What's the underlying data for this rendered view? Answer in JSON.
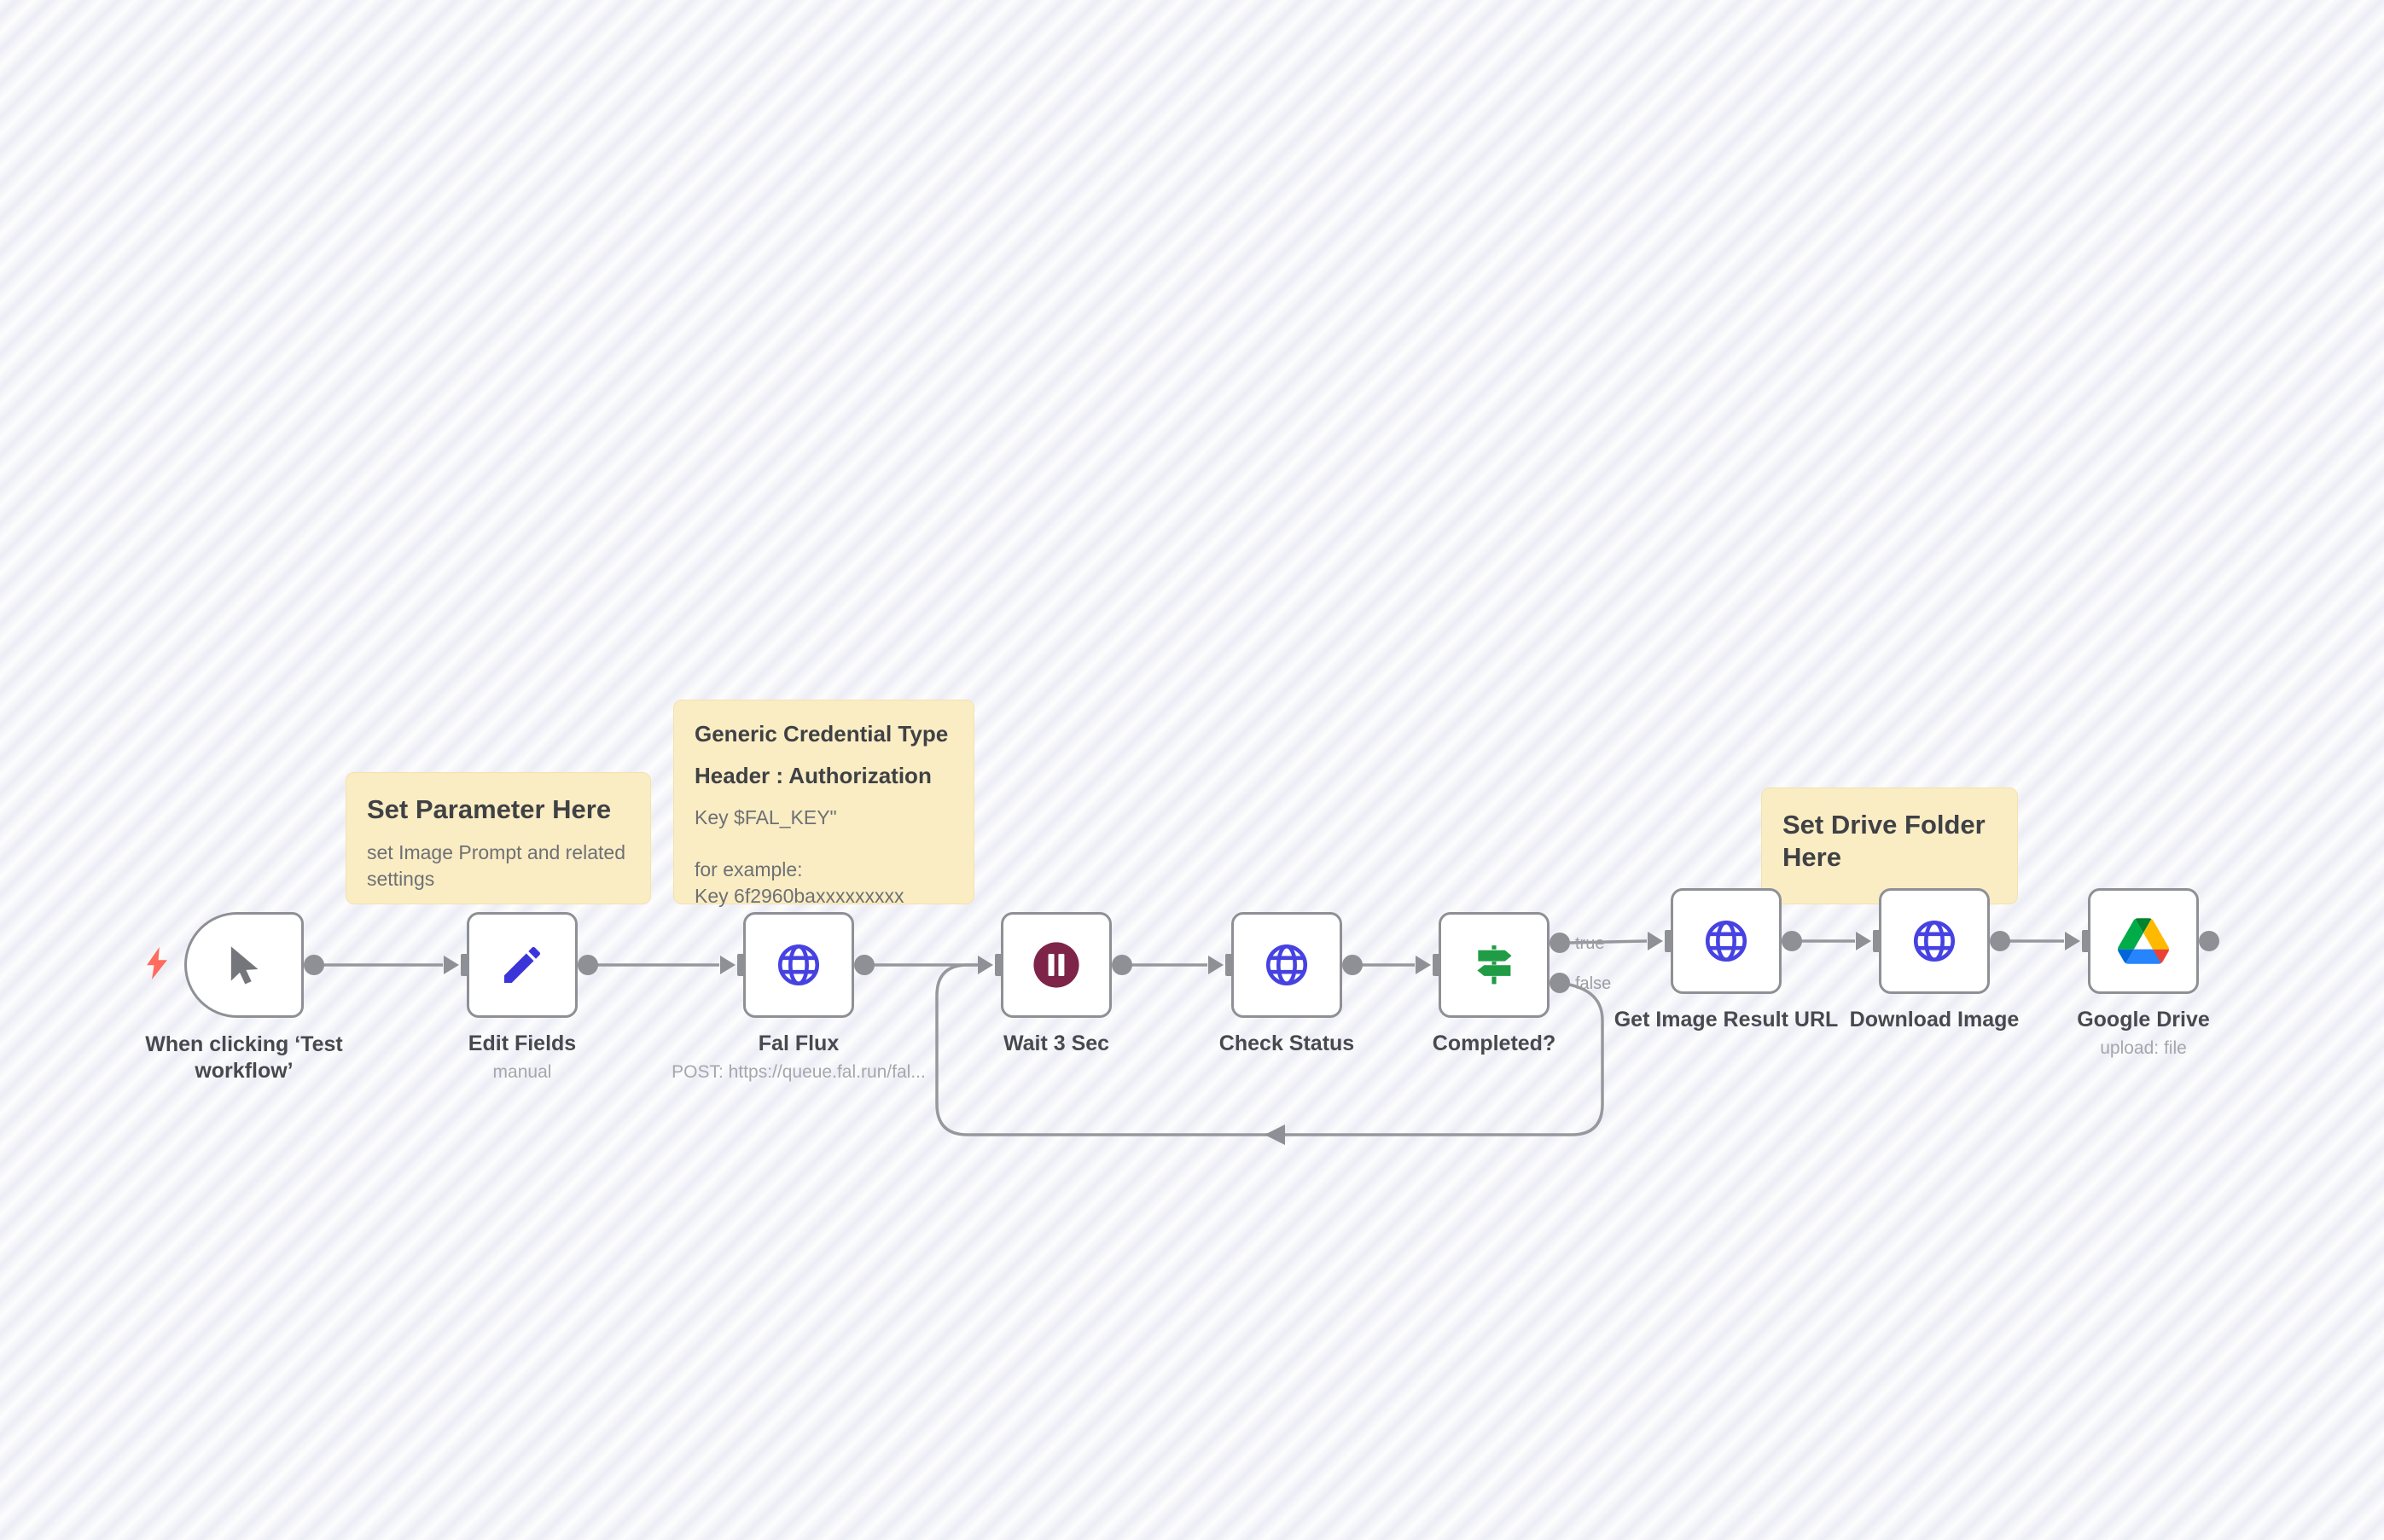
{
  "canvas": {
    "nodes": [
      {
        "label": "When clicking ‘Test workflow’",
        "icon": "cursor-icon",
        "type": "manual-trigger"
      },
      {
        "label": "Edit Fields",
        "sublabel": "manual",
        "icon": "pencil-icon",
        "type": "set"
      },
      {
        "label": "Fal Flux",
        "sublabel": "POST: https://queue.fal.run/fal...",
        "icon": "globe-icon",
        "type": "http-request"
      },
      {
        "label": "Wait 3 Sec",
        "icon": "pause-icon",
        "type": "wait"
      },
      {
        "label": "Check Status",
        "icon": "globe-icon",
        "type": "http-request"
      },
      {
        "label": "Completed?",
        "icon": "signpost-icon",
        "type": "if",
        "output_labels": [
          "true",
          "false"
        ]
      },
      {
        "label": "Get Image Result URL",
        "icon": "globe-icon",
        "type": "http-request"
      },
      {
        "label": "Download Image",
        "icon": "globe-icon",
        "type": "http-request"
      },
      {
        "label": "Google Drive",
        "sublabel": "upload: file",
        "icon": "google-drive-icon",
        "type": "google-drive"
      }
    ],
    "stickies": [
      {
        "title": "Set Parameter Here",
        "body": "set Image Prompt and related settings"
      },
      {
        "title_line_1": "Generic Credential Type",
        "title_line_2": "Header : Authorization",
        "body_line_1": "Key $FAL_KEY\"",
        "body_line_2": "for example:",
        "body_line_3": "Key 6f2960baxxxxxxxxx"
      },
      {
        "title": "Set Drive Folder Here"
      }
    ],
    "connections": [
      {
        "from": "When clicking ‘Test workflow’",
        "to": "Edit Fields"
      },
      {
        "from": "Edit Fields",
        "to": "Fal Flux"
      },
      {
        "from": "Fal Flux",
        "to": "Wait 3 Sec"
      },
      {
        "from": "Wait 3 Sec",
        "to": "Check Status"
      },
      {
        "from": "Check Status",
        "to": "Completed?"
      },
      {
        "from": "Completed?",
        "branch": "true",
        "to": "Get Image Result URL"
      },
      {
        "from": "Completed?",
        "branch": "false",
        "to": "Wait 3 Sec"
      },
      {
        "from": "Get Image Result URL",
        "to": "Download Image"
      },
      {
        "from": "Download Image",
        "to": "Google Drive"
      }
    ],
    "colors": {
      "canvas_bg": "#FDFDFE",
      "canvas_stripe": "#ECEDF5",
      "node_border": "#8E9095",
      "node_bg": "#FFFFFF",
      "connector_gray": "#97989D",
      "endpoint_gray": "#8E9095",
      "label": "#47494E",
      "sublabel": "#A5A7AC",
      "sticky_bg": "#FAEDC4",
      "sticky_title": "#3F4145",
      "sticky_body": "#6E7075",
      "globe_blue": "#4642E2",
      "pencil_blue": "#3B35D9",
      "pause_maroon": "#7D2448",
      "signpost_green": "#1F9C45",
      "cursor_gray": "#75767B",
      "bolt_coral": "#FF6B5E",
      "drive_blue": "#2684FC",
      "drive_dark_blue": "#0066DA",
      "drive_green": "#00AC47",
      "drive_dark_green": "#00832D",
      "drive_yellow": "#FFBA00",
      "drive_red": "#EA4335"
    }
  }
}
